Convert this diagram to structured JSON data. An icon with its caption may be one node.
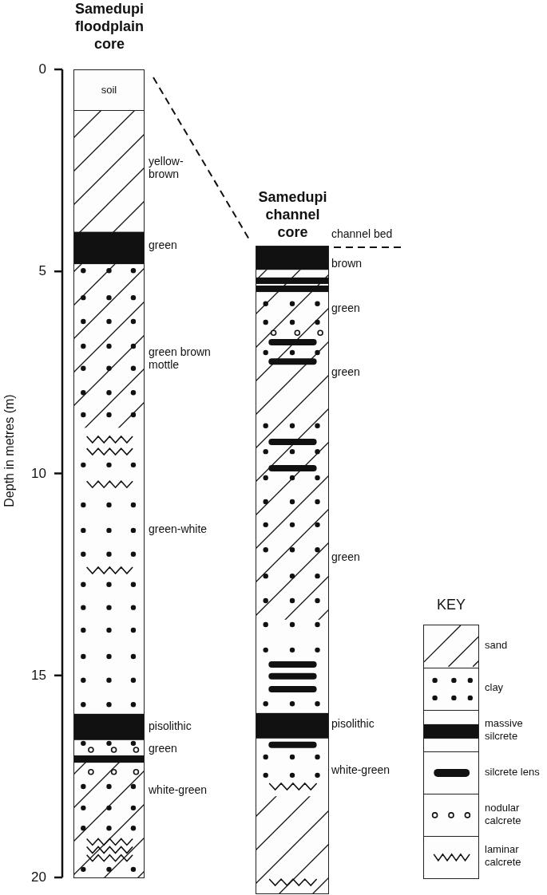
{
  "diagram": {
    "nodes": [
      {
        "text": [
          "Samedupi floodplain core"
        ],
        "beside": [
          "yellow-brown",
          "green",
          "green brown mottle",
          "green-white",
          "pisolithic",
          "green",
          "white-green"
        ]
      },
      {
        "text": [
          "soil"
        ],
        "in": 0
      },
      {
        "text": [
          "Samedupi channel core"
        ],
        "beside": [
          "channel bed",
          "brown",
          "green",
          "green",
          "green",
          "pisolithic",
          "white-green"
        ]
      }
    ],
    "edges": [
      {
        "from": 0,
        "to": 2,
        "arrow": "none",
        "style": "dashed"
      }
    ],
    "labels": [
      "0",
      "5",
      "10",
      "15",
      "20",
      "Depth in metres (m)",
      "KEY"
    ],
    "legend": [
      {
        "text": "sand"
      },
      {
        "text": "clay"
      },
      {
        "text": "massive silcrete"
      },
      {
        "text": "silcrete lens"
      },
      {
        "text": "nodular calcrete"
      },
      {
        "text": "laminar calcrete"
      }
    ]
  }
}
